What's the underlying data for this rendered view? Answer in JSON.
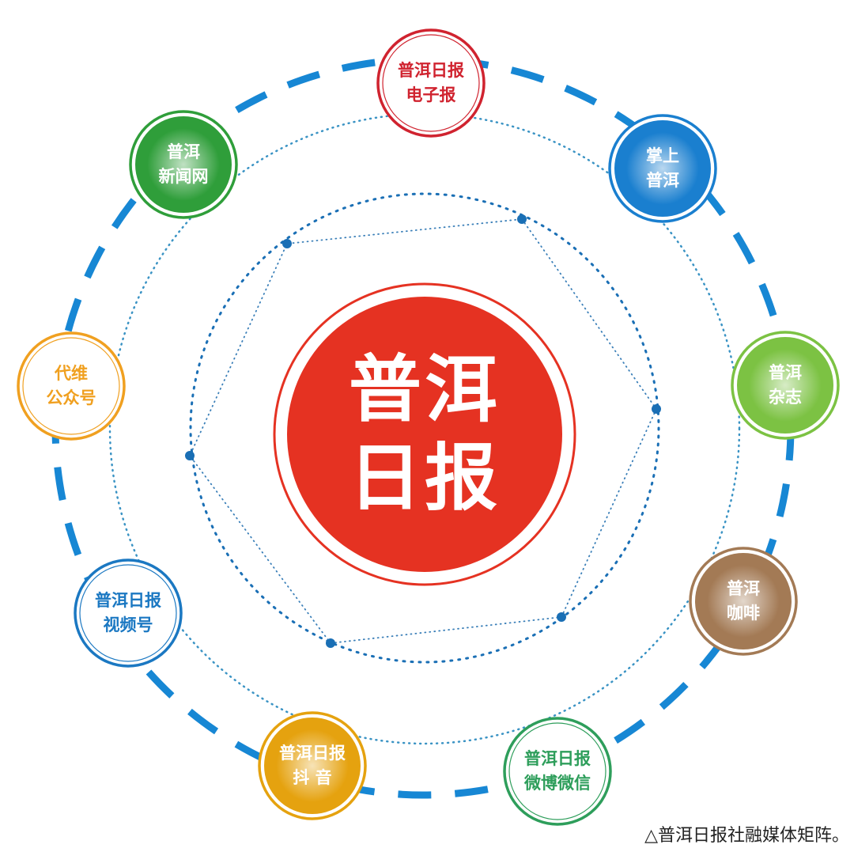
{
  "center": {
    "line1": "普洱",
    "line2": "日报",
    "color": "#e53222"
  },
  "nodes": [
    {
      "line1": "普洱日报",
      "line2": "电子报",
      "style": "outline",
      "color": "#d0232f"
    },
    {
      "line1": "掌上",
      "line2": "普洱",
      "style": "filled",
      "color": "#1a7fcf"
    },
    {
      "line1": "普洱",
      "line2": "杂志",
      "style": "filled",
      "color": "#7cc243"
    },
    {
      "line1": "普洱",
      "line2": "咖啡",
      "style": "filled",
      "color": "#a37a55"
    },
    {
      "line1": "普洱日报",
      "line2": "微博微信",
      "style": "outline",
      "color": "#2e9e5b"
    },
    {
      "line1": "普洱日报",
      "line2": "抖 音",
      "style": "filled",
      "color": "#e5a20f"
    },
    {
      "line1": "普洱日报",
      "line2": "视频号",
      "style": "outline",
      "color": "#1b78c2"
    },
    {
      "line1": "代维",
      "line2": "公众号",
      "style": "outline",
      "color": "#f0a020"
    },
    {
      "line1": "普洱",
      "line2": "新闻网",
      "style": "filled",
      "color": "#2f9e3a"
    }
  ],
  "ring_color": "#1787d4",
  "caption": "△普洱日报社融媒体矩阵。"
}
